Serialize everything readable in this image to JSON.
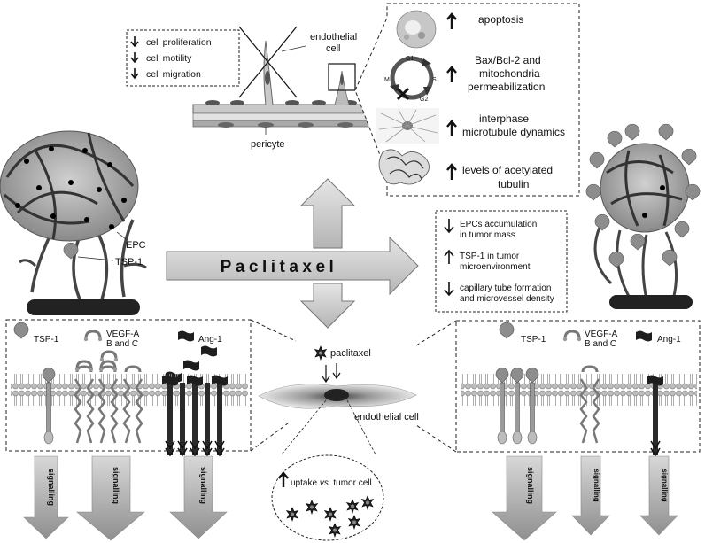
{
  "top_left_box": {
    "items": [
      "cell proliferation",
      "cell  motility",
      "cell  migration"
    ]
  },
  "vessel": {
    "endothelial_label_line1": "endothelial",
    "endothelial_label_line2": "cell",
    "pericyte_label": "pericyte"
  },
  "top_right_box": {
    "items": [
      {
        "lines": [
          "apoptosis"
        ]
      },
      {
        "lines": [
          "Bax/Bcl-2 and",
          "mitochondria",
          "permeabilization"
        ]
      },
      {
        "lines": [
          "interphase",
          "microtubule dynamics"
        ]
      },
      {
        "lines": [
          "levels of acetylated",
          "tubulin"
        ]
      }
    ],
    "cell_cycle": {
      "g1": "G1",
      "s": "S",
      "g2": "G2",
      "m": "M"
    }
  },
  "tumor_left": {
    "epc_label": "EPC",
    "tsp1_label": "TSP-1"
  },
  "center_arrow": {
    "label": "Paclitaxel"
  },
  "mid_right_box": {
    "items": [
      {
        "dir": "down",
        "lines": [
          "EPCs accumulation",
          "in tumor mass"
        ]
      },
      {
        "dir": "up",
        "lines": [
          "TSP-1 in tumor",
          "microenvironment"
        ]
      },
      {
        "dir": "down",
        "lines": [
          "capillary tube formation",
          "and microvessel density"
        ]
      }
    ]
  },
  "bottom_left_panel": {
    "tsp1": "TSP-1",
    "vegf_line1": "VEGF-A",
    "vegf_line2": "B and C",
    "ang1": "Ang-1",
    "signals": [
      "signalling",
      "signalling",
      "signalling"
    ]
  },
  "bottom_center": {
    "drug_label": "paclitaxel",
    "cell_label": "endothelial cell",
    "uptake_prefix": "uptake ",
    "uptake_vs": "vs.",
    "uptake_suffix": " tumor cell"
  },
  "bottom_right_panel": {
    "tsp1": "TSP-1",
    "vegf_line1": "VEGF-A",
    "vegf_line2": "B and C",
    "ang1": "Ang-1",
    "signals": [
      "signalling",
      "signalling",
      "signalling"
    ]
  }
}
